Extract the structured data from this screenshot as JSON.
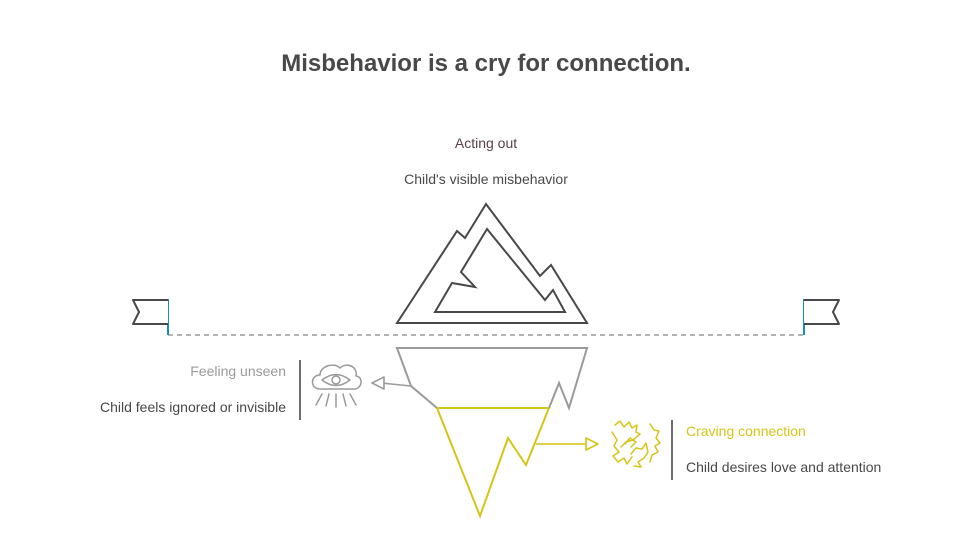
{
  "title": "Misbehavior is a cry for connection.",
  "tip": {
    "heading": "Acting out",
    "description": "Child's visible misbehavior"
  },
  "middle_layer": {
    "heading": "Feeling unseen",
    "description": "Child feels ignored or invisible",
    "icon": "eye-cloud-icon",
    "color": "#9a9a9a"
  },
  "deep_layer": {
    "heading": "Craving connection",
    "description": "Child desires love and attention",
    "icon": "hands-reaching-icon",
    "color": "#d6c416"
  },
  "colors": {
    "iceberg_outline": "#484848",
    "middle": "#9a9a9a",
    "deep": "#d6c416",
    "flag_pole": "#1a8ac0",
    "waterline": "#9a9a9a"
  }
}
